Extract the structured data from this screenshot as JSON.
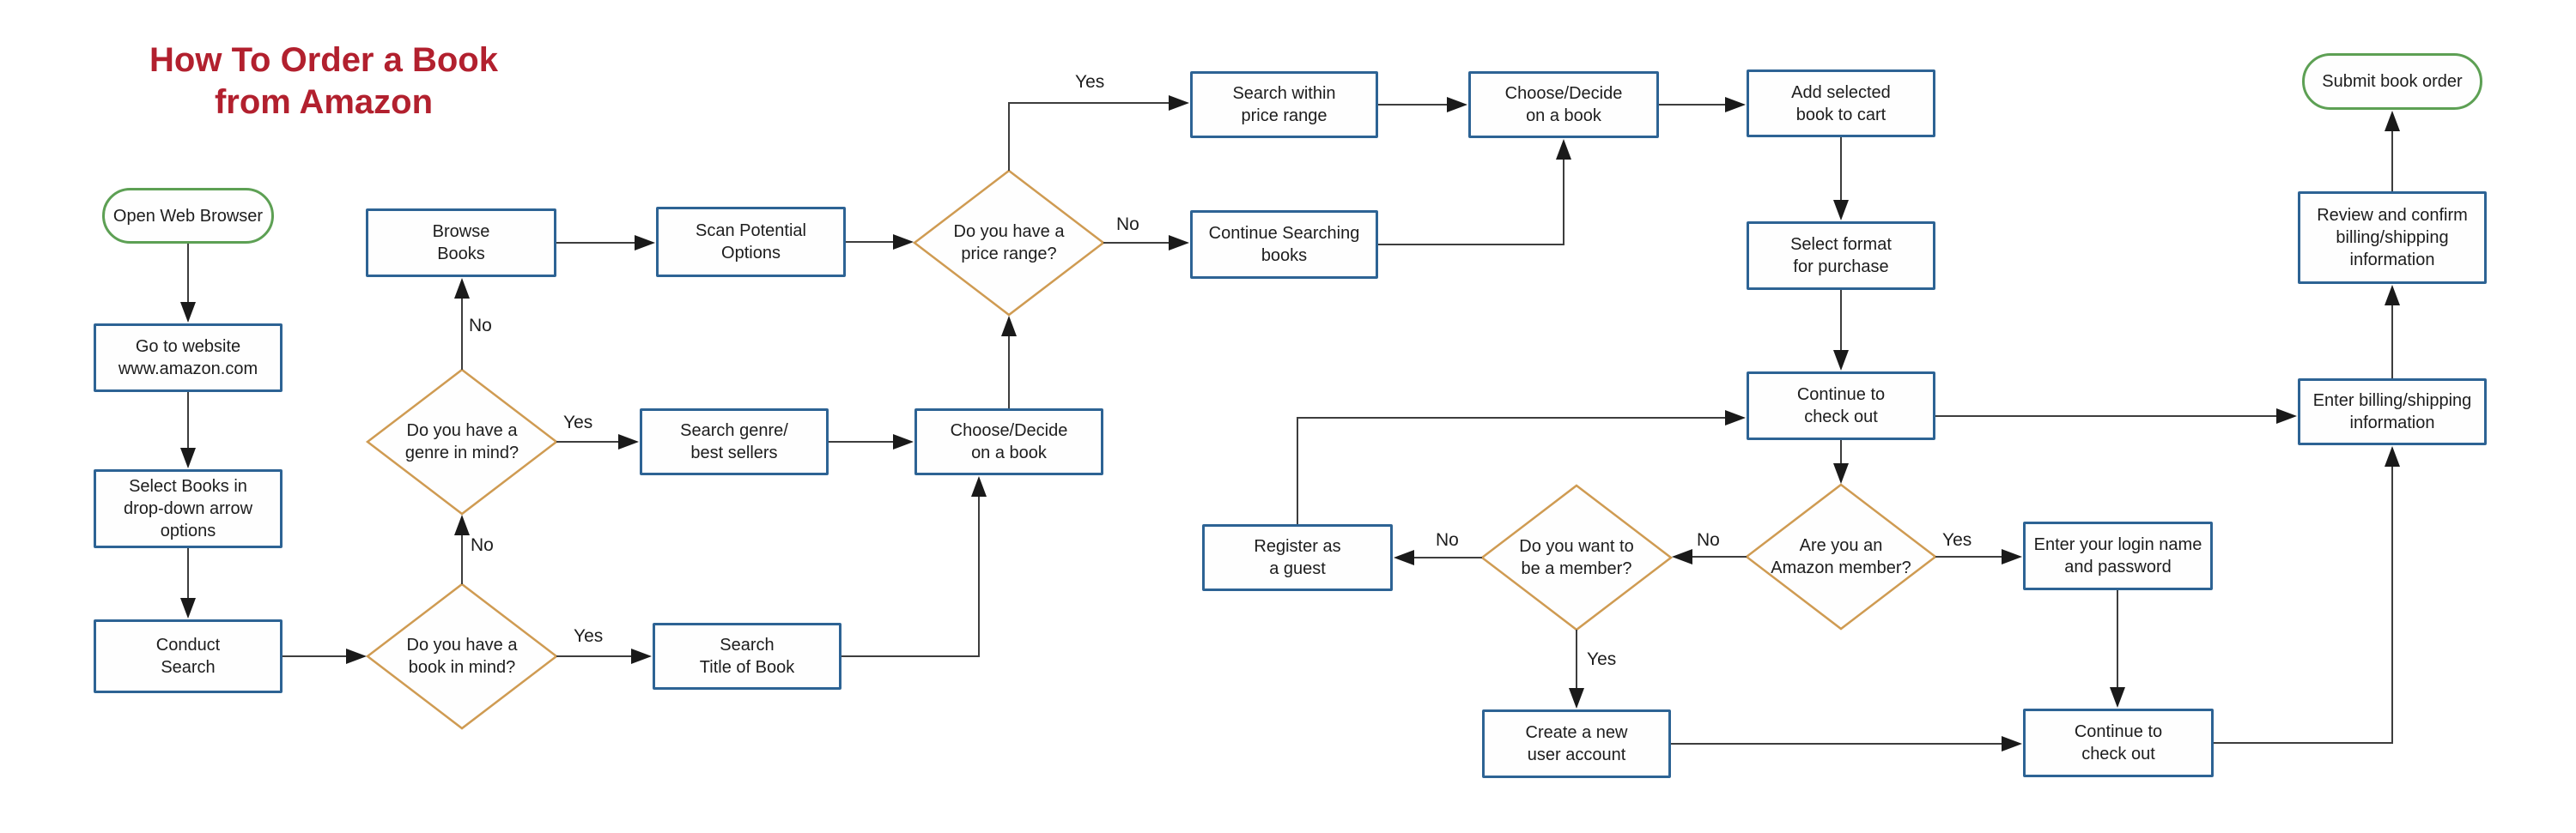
{
  "title": {
    "line1": "How To Order a Book",
    "line2": "from Amazon"
  },
  "colors": {
    "title_red": "#b2202e",
    "process_border_blue": "#2d6394",
    "decision_border_orange": "#cf9b52",
    "terminator_border_green": "#5da054",
    "connector_gray": "#3d3d3d",
    "background": "#ffffff"
  },
  "nodes": {
    "open_browser": "Open Web Browser",
    "goto_website": "Go to website\nwww.amazon.com",
    "select_books": "Select Books in\ndrop-down arrow\noptions",
    "conduct_search": "Conduct\nSearch",
    "browse_books": "Browse\nBooks",
    "scan_options": "Scan Potential\nOptions",
    "genre_decision": "Do you have a\ngenre in mind?",
    "book_decision": "Do you have a\nbook in mind?",
    "search_genre": "Search genre/\nbest sellers",
    "search_title": "Search\nTitle of Book",
    "choose_mid": "Choose/Decide\non a book",
    "price_decision": "Do you have a\nprice range?",
    "search_price": "Search within\nprice range",
    "continue_searching": "Continue Searching\nbooks",
    "choose_top": "Choose/Decide\non a book",
    "add_cart": "Add selected\nbook to cart",
    "select_format": "Select format\nfor purchase",
    "checkout_1": "Continue to\ncheck out",
    "member_decision": "Are you an\nAmazon member?",
    "want_member_decision": "Do you want to\nbe a member?",
    "register_guest": "Register as\na guest",
    "enter_login": "Enter your login name\nand password",
    "create_account": "Create a new\nuser account",
    "checkout_2": "Continue to\ncheck out",
    "enter_billing": "Enter billing/shipping\ninformation",
    "review_confirm": "Review and confirm\nbilling/shipping\ninformation",
    "submit_order": "Submit book order"
  },
  "edge_labels": {
    "genre_no": "No",
    "genre_yes": "Yes",
    "book_no": "No",
    "book_yes": "Yes",
    "price_yes": "Yes",
    "price_no": "No",
    "member_no": "No",
    "member_yes": "Yes",
    "want_no": "No",
    "want_yes": "Yes"
  }
}
